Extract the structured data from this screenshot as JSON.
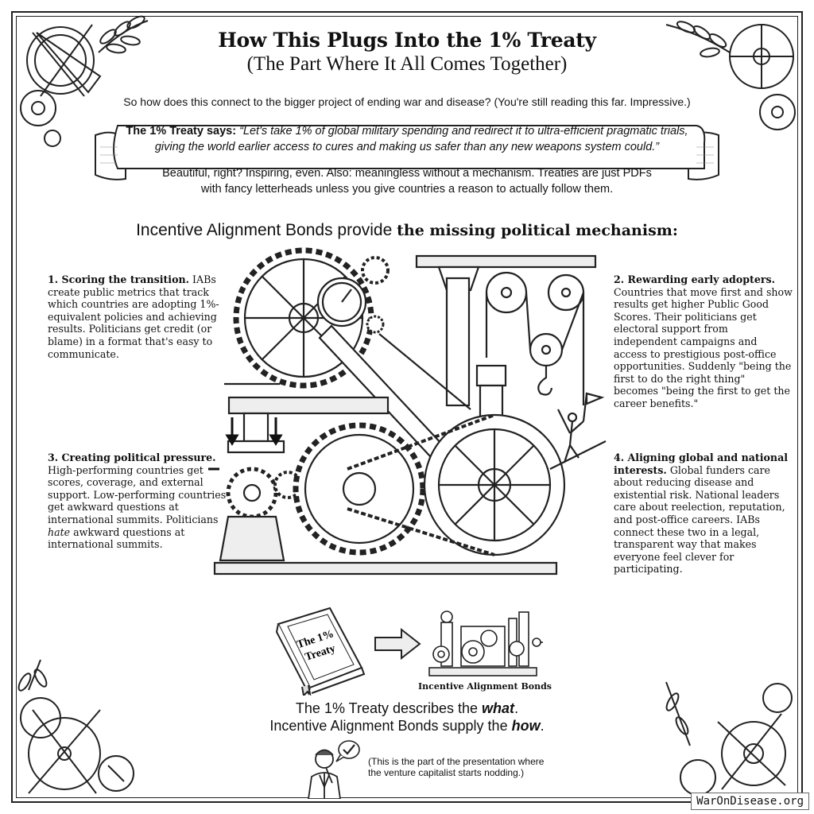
{
  "header": {
    "title": "How This Plugs Into the 1% Treaty",
    "subtitle": "(The Part Where It All Comes Together)",
    "intro": "So how does this connect to the bigger project of ending war and disease? (You're still reading this far. Impressive.)"
  },
  "banner": {
    "lead": "The 1% Treaty says: ",
    "quote": "“Let's take 1% of global military spending and redirect it to ultra-efficient pragmatic trials, giving the world earlier access to cures and making us safer than any new weapons system could.”"
  },
  "paragraph": "Beautiful, right? Inspiring, even. Also: meaningless without a mechanism. Treaties are just PDFs with fancy letterheads unless you give countries a reason to actually follow them.",
  "headline": {
    "normal": "Incentive Alignment Bonds provide ",
    "bold": "the missing political mechanism:"
  },
  "points": [
    {
      "heading": "1. Scoring the transition.",
      "body": " IABs create public metrics that track which countries are adopting 1%-equivalent policies and achieving results. Politicians get credit (or blame) in a format that's easy to communicate."
    },
    {
      "heading": "2. Rewarding early adopters.",
      "body": " Countries that move first and show results get higher Public Good Scores. Their politicians get electoral support from independent campaigns and access to prestigious post-office opportunities. Suddenly \"being the first to do the right thing\" becomes \"being the first to get the career benefits.\""
    },
    {
      "heading": "3. Creating political pressure.",
      "body_before": " High-performing countries get scores, coverage, and external support. Low-performing countries get awkward questions at international summits. Politicians ",
      "body_em": "hate",
      "body_after": " awkward questions at international summits."
    },
    {
      "heading": "4. Aligning global and national interests.",
      "body": " Global funders care about reducing disease and existential risk. National leaders care about reelection, reputation, and post-office careers. IABs connect these two in a legal, transparent way that makes everyone feel clever for participating."
    }
  ],
  "illustration": {
    "book_label_line1": "The 1%",
    "book_label_line2": "Treaty",
    "machine_caption": "Incentive Alignment Bonds"
  },
  "conclusion": {
    "line1_before": "The 1% Treaty describes the ",
    "line1_em": "what",
    "line1_after": ".",
    "line2_before": "Incentive Alignment Bonds supply the ",
    "line2_em": "how",
    "line2_after": "."
  },
  "vc_note": {
    "line1": "(This is the part of the presentation where",
    "line2": "the venture capitalist starts nodding.)"
  },
  "footer_badge": "WarOnDisease.org",
  "colors": {
    "ink": "#111111",
    "paper": "#ffffff",
    "frame": "#222222"
  }
}
